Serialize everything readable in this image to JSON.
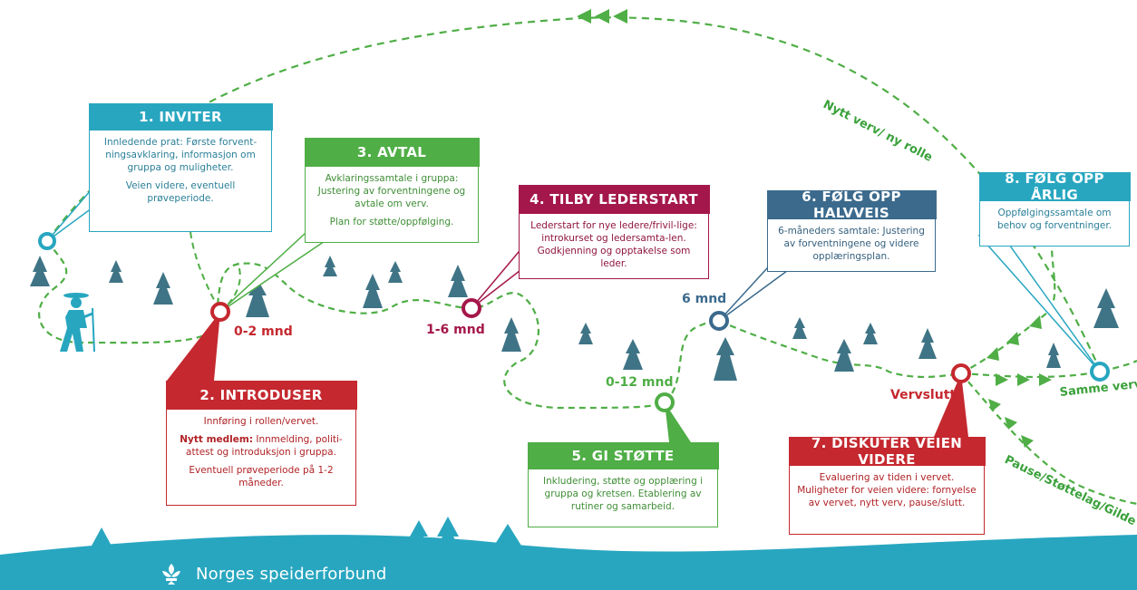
{
  "colors": {
    "teal": "#28a6c0",
    "green": "#4fae46",
    "dark_red": "#a4174a",
    "red": "#c5282f",
    "slate": "#3b6a8d",
    "tree": "#3f7486",
    "footer": "#28a6c0"
  },
  "steps": [
    {
      "header": "1. INVITER",
      "paragraphs": [
        "Innledende prat: Første forvent-ningsavklaring, informasjon om gruppa og muligheter.",
        "Veien videre, eventuell prøveperiode."
      ]
    },
    {
      "header": "2. INTRODUSER",
      "paragraphs": [
        "Innføring i rollen/vervet.",
        "Innmelding, politi-attest og introduksjon i gruppa.",
        "Eventuell prøveperiode på 1-2 måneder."
      ],
      "highlight": "Nytt medlem:"
    },
    {
      "header": "3. AVTAL",
      "paragraphs": [
        "Avklaringssamtale i gruppa: Justering av forventningene og avtale om verv.",
        "Plan for støtte/oppfølging."
      ]
    },
    {
      "header": "4. TILBY LEDERSTART",
      "paragraphs": [
        "Lederstart for nye ledere/frivil-lige: introkurset og ledersamta-len. Godkjenning og opptakelse som leder."
      ]
    },
    {
      "header": "5. GI STØTTE",
      "paragraphs": [
        "Inkludering, støtte og opplæring i gruppa og kretsen. Etablering av rutiner og samarbeid."
      ]
    },
    {
      "header": "6. FØLG OPP HALVVEIS",
      "paragraphs": [
        "6-måneders samtale: Justering av forventningene og videre opplæringsplan."
      ]
    },
    {
      "header": "7. DISKUTER VEIEN VIDERE",
      "paragraphs": [
        "Evaluering av tiden i vervet. Muligheter for veien videre: fornyelse av vervet, nytt verv, pause/slutt."
      ]
    },
    {
      "header": "8. FØLG OPP ÅRLIG",
      "paragraphs": [
        "Oppfølgingssamtale om behov og forventninger."
      ]
    }
  ],
  "milestones": [
    "0-2 mnd",
    "1-6 mnd",
    "0-12 mnd",
    "6 mnd",
    "Vervslutt"
  ],
  "route_labels": [
    "Nytt verv/ ny rolle",
    "Samme verv",
    "Pause/Støttelag/Gilde"
  ],
  "footer": {
    "org_name": "Norges speiderforbund"
  }
}
